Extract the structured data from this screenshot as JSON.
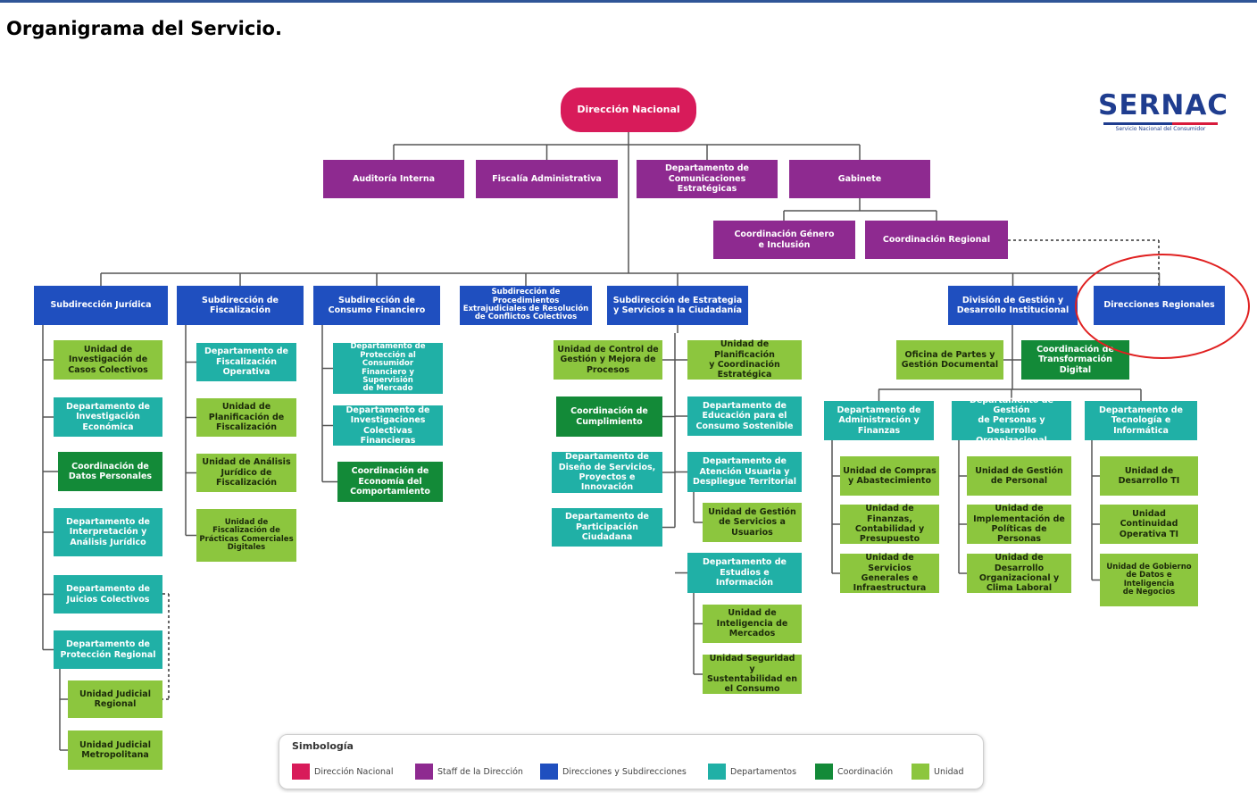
{
  "page_title": "Organigrama del Servicio.",
  "logo": {
    "name": "SERNAC",
    "tagline": "Servicio Nacional del Consumidor"
  },
  "colors": {
    "dn": "#d81b5a",
    "staff": "#8e2a90",
    "dir": "#1f4fbf",
    "dep": "#20b0a6",
    "coord": "#138a38",
    "unit": "#8cc63e",
    "line": "#555555",
    "highlight": "#e02020"
  },
  "nodes": [
    {
      "id": "dn",
      "label": "Dirección Nacional",
      "kind": "dn"
    },
    {
      "id": "auditoria",
      "label": "Auditoría Interna",
      "kind": "staff"
    },
    {
      "id": "fiscalia",
      "label": "Fiscalía Administrativa",
      "kind": "staff"
    },
    {
      "id": "comunicaciones",
      "label": "Departamento de\nComunicaciones Estratégicas",
      "kind": "staff"
    },
    {
      "id": "gabinete",
      "label": "Gabinete",
      "kind": "staff"
    },
    {
      "id": "coord-genero",
      "label": "Coordinación Género\ne Inclusión",
      "kind": "staff"
    },
    {
      "id": "coord-regional",
      "label": "Coordinación Regional",
      "kind": "staff"
    },
    {
      "id": "sub-juridica",
      "label": "Subdirección Jurídica",
      "kind": "dir"
    },
    {
      "id": "sub-fiscalizacion",
      "label": "Subdirección de\nFiscalización",
      "kind": "dir"
    },
    {
      "id": "sub-consumo",
      "label": "Subdirección de\nConsumo Financiero",
      "kind": "dir"
    },
    {
      "id": "sub-procedimientos",
      "label": "Subdirección de\nProcedimientos\nExtrajudiciales de Resolución\nde Conflictos Colectivos",
      "kind": "dir"
    },
    {
      "id": "sub-estrategia",
      "label": "Subdirección de Estrategia\ny Servicios a la Ciudadanía",
      "kind": "dir"
    },
    {
      "id": "div-gestion",
      "label": "División de Gestión y\nDesarrollo Institucional",
      "kind": "dir"
    },
    {
      "id": "dir-regionales",
      "label": "Direcciones Regionales",
      "kind": "dir"
    },
    {
      "id": "u-inv-casos",
      "label": "Unidad de\nInvestigación de\nCasos Colectivos",
      "kind": "unit"
    },
    {
      "id": "d-inv-economica",
      "label": "Departamento de\nInvestigación\nEconómica",
      "kind": "dep"
    },
    {
      "id": "c-datos",
      "label": "Coordinación de\nDatos Personales",
      "kind": "coord"
    },
    {
      "id": "d-interpretacion",
      "label": "Departamento de\nInterpretación y\nAnálisis Jurídico",
      "kind": "dep"
    },
    {
      "id": "d-juicios",
      "label": "Departamento de\nJuicios Colectivos",
      "kind": "dep"
    },
    {
      "id": "d-proteccion-reg",
      "label": "Departamento de\nProtección Regional",
      "kind": "dep"
    },
    {
      "id": "u-judicial-reg",
      "label": "Unidad Judicial\nRegional",
      "kind": "unit"
    },
    {
      "id": "u-judicial-metro",
      "label": "Unidad Judicial\nMetropolitana",
      "kind": "unit"
    },
    {
      "id": "d-fisc-operativa",
      "label": "Departamento de\nFiscalización\nOperativa",
      "kind": "dep"
    },
    {
      "id": "u-planif-fisc",
      "label": "Unidad de\nPlanificación de\nFiscalización",
      "kind": "unit"
    },
    {
      "id": "u-analisis-jur",
      "label": "Unidad de Análisis\nJurídico de\nFiscalización",
      "kind": "unit"
    },
    {
      "id": "u-fisc-digitales",
      "label": "Unidad de\nFiscalización de\nPrácticas Comerciales\nDigitales",
      "kind": "unit"
    },
    {
      "id": "d-prot-financiero",
      "label": "Departamento de\nProtección al Consumidor\nFinanciero y Supervisión\nde Mercado",
      "kind": "dep"
    },
    {
      "id": "d-inv-financieras",
      "label": "Departamento de\nInvestigaciones\nColectivas Financieras",
      "kind": "dep"
    },
    {
      "id": "c-economia",
      "label": "Coordinación de\nEconomía del\nComportamiento",
      "kind": "coord"
    },
    {
      "id": "u-control-gestion",
      "label": "Unidad de Control de\nGestión y Mejora de\nProcesos",
      "kind": "unit"
    },
    {
      "id": "c-cumplimiento",
      "label": "Coordinación de\nCumplimiento",
      "kind": "coord"
    },
    {
      "id": "d-diseno",
      "label": "Departamento de\nDiseño de Servicios,\nProyectos e Innovación",
      "kind": "dep"
    },
    {
      "id": "d-participacion",
      "label": "Departamento de\nParticipación\nCiudadana",
      "kind": "dep"
    },
    {
      "id": "u-planif-coord",
      "label": "Unidad de Planificación\ny Coordinación\nEstratégica",
      "kind": "unit"
    },
    {
      "id": "d-educacion",
      "label": "Departamento de\nEducación para el\nConsumo Sostenible",
      "kind": "dep"
    },
    {
      "id": "d-atencion",
      "label": "Departamento de\nAtención Usuaria y\nDespliegue Territorial",
      "kind": "dep"
    },
    {
      "id": "u-servicios-usuarios",
      "label": "Unidad de Gestión\nde Servicios a\nUsuarios",
      "kind": "unit"
    },
    {
      "id": "d-estudios",
      "label": "Departamento de\nEstudios e Información",
      "kind": "dep"
    },
    {
      "id": "u-inteligencia",
      "label": "Unidad de\nInteligencia de\nMercados",
      "kind": "unit"
    },
    {
      "id": "u-seguridad",
      "label": "Unidad Seguridad y\nSustentabilidad en\nel Consumo",
      "kind": "unit"
    },
    {
      "id": "u-oficina-partes",
      "label": "Oficina de Partes y\nGestión Documental",
      "kind": "unit"
    },
    {
      "id": "c-transformacion",
      "label": "Coordinación de\nTransformación Digital",
      "kind": "coord"
    },
    {
      "id": "d-administracion",
      "label": "Departamento de\nAdministración y\nFinanzas",
      "kind": "dep"
    },
    {
      "id": "u-compras",
      "label": "Unidad de Compras\ny Abastecimiento",
      "kind": "unit"
    },
    {
      "id": "u-finanzas",
      "label": "Unidad de Finanzas,\nContabilidad y\nPresupuesto",
      "kind": "unit"
    },
    {
      "id": "u-serv-generales",
      "label": "Unidad de Servicios\nGenerales e\nInfraestructura",
      "kind": "unit"
    },
    {
      "id": "d-personas",
      "label": "Departamento de Gestión\nde Personas y Desarrollo\nOrganizacional",
      "kind": "dep"
    },
    {
      "id": "u-gestion-personal",
      "label": "Unidad de Gestión\nde Personal",
      "kind": "unit"
    },
    {
      "id": "u-politicas",
      "label": "Unidad de\nImplementación de\nPolíticas de Personas",
      "kind": "unit"
    },
    {
      "id": "u-desarrollo-org",
      "label": "Unidad de Desarrollo\nOrganizacional y\nClima Laboral",
      "kind": "unit"
    },
    {
      "id": "d-tecnologia",
      "label": "Departamento de\nTecnología e Informática",
      "kind": "dep"
    },
    {
      "id": "u-desarrollo-ti",
      "label": "Unidad de\nDesarrollo TI",
      "kind": "unit"
    },
    {
      "id": "u-continuidad",
      "label": "Unidad Continuidad\nOperativa TI",
      "kind": "unit"
    },
    {
      "id": "u-gobierno-datos",
      "label": "Unidad de Gobierno\nde Datos e\nInteligencia\nde Negocios",
      "kind": "unit"
    }
  ],
  "legend": {
    "title": "Simbología",
    "items": [
      {
        "label": "Dirección Nacional",
        "color": "#d81b5a"
      },
      {
        "label": "Staff de la Dirección",
        "color": "#8e2a90"
      },
      {
        "label": "Direcciones y Subdirecciones",
        "color": "#1f4fbf"
      },
      {
        "label": "Departamentos",
        "color": "#20b0a6"
      },
      {
        "label": "Coordinación",
        "color": "#138a38"
      },
      {
        "label": "Unidad",
        "color": "#8cc63e"
      }
    ]
  }
}
